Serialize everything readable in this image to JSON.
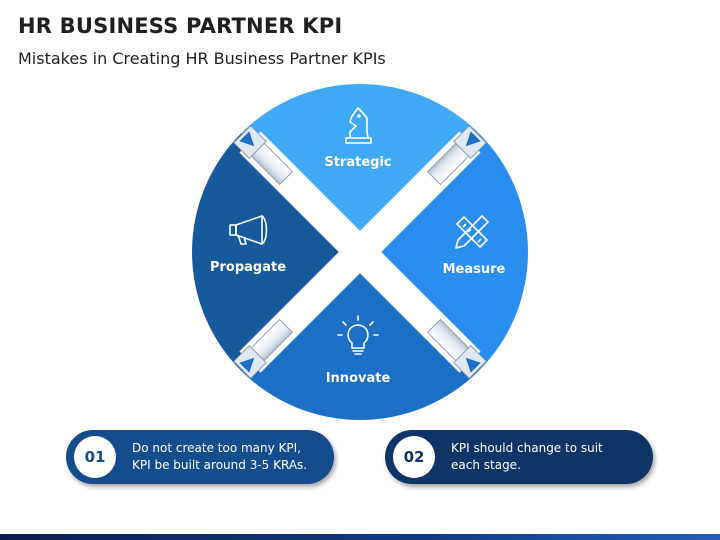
{
  "header": {
    "title": "HR BUSINESS PARTNER KPI",
    "subtitle": "Mistakes in Creating HR Business Partner KPIs"
  },
  "diagram": {
    "segments": [
      {
        "label": "Strategic",
        "icon": "chess-knight-icon",
        "color": "#3fa9f5"
      },
      {
        "label": "Measure",
        "icon": "pencil-ruler-icon",
        "color": "#2b8ef0"
      },
      {
        "label": "Innovate",
        "icon": "lightbulb-icon",
        "color": "#1c6fc6"
      },
      {
        "label": "Propagate",
        "icon": "megaphone-icon",
        "color": "#165a9c"
      }
    ]
  },
  "cards": [
    {
      "number": "01",
      "lines": [
        "Do not create too many KPI,",
        "KPI be built around 3-5 KRAs."
      ],
      "color": "#154c8e"
    },
    {
      "number": "02",
      "lines": [
        "KPI should change to suit",
        "each stage."
      ],
      "color": "#0f3566"
    }
  ]
}
